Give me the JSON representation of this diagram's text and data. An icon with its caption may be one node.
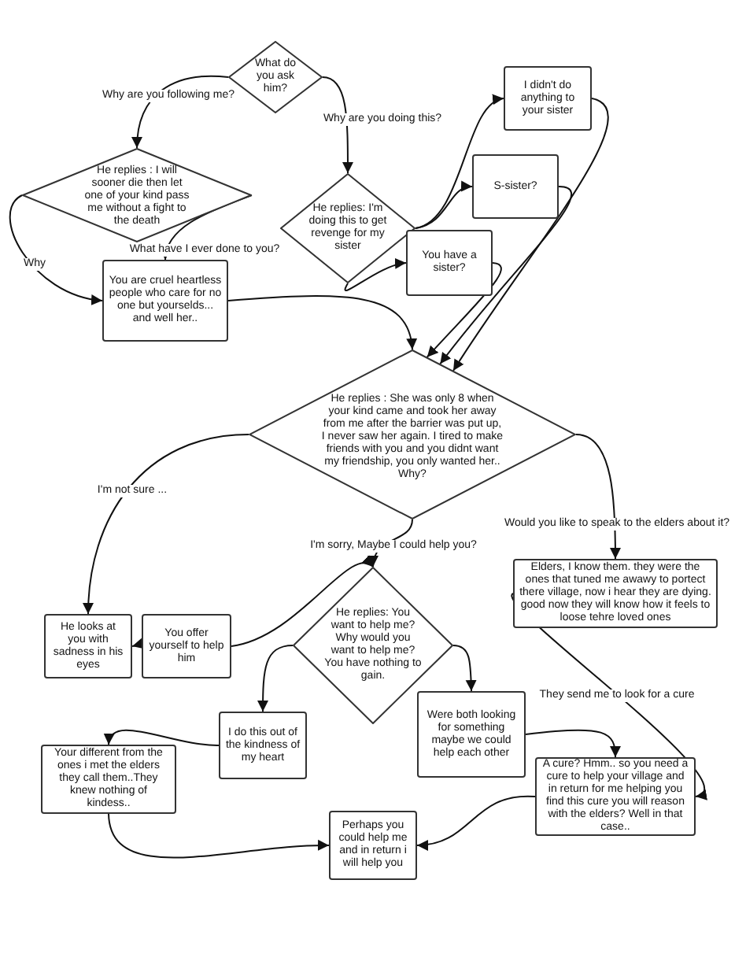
{
  "diagram": {
    "nodes": [
      {
        "text": [
          "What do you ask him?"
        ]
      },
      {
        "text": [
          "He replies : I will sooner die then let one of your kind pass me without a fight to the death"
        ]
      },
      {
        "text": [
          "He replies: I'm doing this to get revenge for my sister"
        ]
      },
      {
        "text": [
          "You are cruel heartless people who care for no one but yourselds... and well her.."
        ]
      },
      {
        "text": [
          "I didn't do anything to your sister"
        ]
      },
      {
        "text": [
          "S-sister?"
        ]
      },
      {
        "text": [
          "You have a sister?"
        ]
      },
      {
        "text": [
          "He replies : She was only 8 when your kind came and took her away from me after the barrier was put up, I never saw her again. I tired to make friends with you and you didnt want my friendship, you only wanted her.. Why?"
        ]
      },
      {
        "text": [
          "He looks at you with sadness in his eyes"
        ]
      },
      {
        "text": [
          "You offer yourself to help him"
        ]
      },
      {
        "text": [
          "He replies: You want to help me? Why would you want to help me? You have nothing to gain."
        ]
      },
      {
        "text": [
          "I do this out of the kindness of my heart"
        ]
      },
      {
        "text": [
          "Were both looking for something maybe we could help each other"
        ]
      },
      {
        "text": [
          "Elders, I know them. they were the ones that tuned me awawy to portect there village, now i hear they are dying. good now they will know how it feels to loose tehre loved ones"
        ]
      },
      {
        "text": [
          "Your different from the ones i met the elders they call them..They knew nothing of kindess.."
        ]
      },
      {
        "text": [
          "A cure? Hmm.. so you need a cure to help your village and in return for me helping you find this cure you will reason with the elders? Well in that case.."
        ]
      },
      {
        "text": [
          "Perhaps you could help me and in return i will help you"
        ]
      }
    ],
    "edges": [
      {
        "from": 0,
        "to": 1,
        "arrow": "to",
        "label": "Why are you following me?"
      },
      {
        "from": 0,
        "to": 2,
        "arrow": "to",
        "label": "Why are you doing this?"
      },
      {
        "from": 1,
        "to": 3,
        "arrow": "to",
        "label": "Why"
      },
      {
        "from": 1,
        "to": 3,
        "arrow": "to",
        "label": "What have I ever done to you?"
      },
      {
        "from": 3,
        "to": 7,
        "arrow": "to"
      },
      {
        "from": 2,
        "to": 4,
        "arrow": "to"
      },
      {
        "from": 2,
        "to": 5,
        "arrow": "to"
      },
      {
        "from": 2,
        "to": 6,
        "arrow": "to"
      },
      {
        "from": 4,
        "to": 7,
        "arrow": "to"
      },
      {
        "from": 5,
        "to": 7,
        "arrow": "to"
      },
      {
        "from": 6,
        "to": 7,
        "arrow": "to"
      },
      {
        "from": 7,
        "to": 8,
        "arrow": "to",
        "label": "I'm not sure ..."
      },
      {
        "from": 7,
        "to": 10,
        "arrow": "to",
        "label": "I'm sorry, Maybe I could help you?"
      },
      {
        "from": 7,
        "to": 13,
        "arrow": "to",
        "label": "Would you like to speak to the elders about it?"
      },
      {
        "from": 9,
        "to": 8,
        "arrow": "to"
      },
      {
        "from": 9,
        "to": 10,
        "arrow": "to"
      },
      {
        "from": 10,
        "to": 11,
        "arrow": "to"
      },
      {
        "from": 10,
        "to": 12,
        "arrow": "to"
      },
      {
        "from": 11,
        "to": 14,
        "arrow": "to"
      },
      {
        "from": 14,
        "to": 16,
        "arrow": "to"
      },
      {
        "from": 12,
        "to": 15,
        "arrow": "to"
      },
      {
        "from": 13,
        "to": 15,
        "arrow": "to",
        "label": "They send me to look for a cure"
      },
      {
        "from": 15,
        "to": 16,
        "arrow": "to"
      }
    ]
  }
}
